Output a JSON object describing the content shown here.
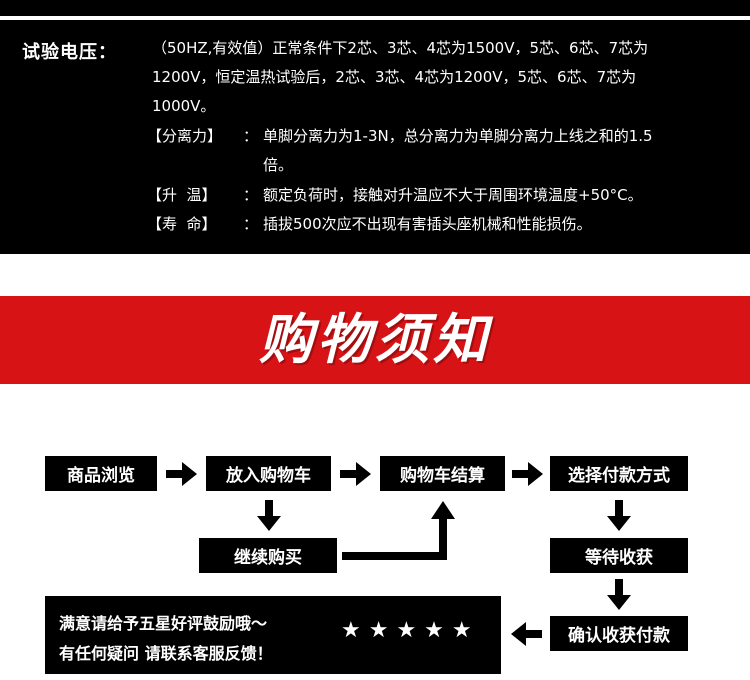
{
  "spec": {
    "title": "试验电压：",
    "voltage_line1": "（50HZ,有效值）正常条件下2芯、3芯、4芯为1500V，5芯、6芯、7芯为",
    "voltage_line2": "1200V，恒定温热试验后，2芯、3芯、4芯为1200V，5芯、6芯、7芯为",
    "voltage_line3": "1000V。",
    "items": [
      {
        "label": "【分离力】",
        "colon": "：",
        "text_line1": "单脚分离力为1-3N，总分离力为单脚分离力上线之和的1.5",
        "text_line2": "倍。"
      },
      {
        "label": "【升  温】",
        "colon": "：",
        "text_line1": "额定负荷时，接触对升温应不大于周围环境温度+50°C。"
      },
      {
        "label": "【寿  命】",
        "colon": "：",
        "text_line1": "插拔500次应不出现有害插头座机械和性能损伤。"
      }
    ]
  },
  "banner": {
    "title": "购物须知",
    "color": "#d71316"
  },
  "flow": {
    "browse": "商品浏览",
    "add_to_cart": "放入购物车",
    "checkout": "购物车结算",
    "choose_payment": "选择付款方式",
    "continue_shopping": "继续购买",
    "wait_delivery": "等待收获",
    "confirm_receipt": "确认收获付款"
  },
  "review": {
    "line1": "满意请给予五星好评鼓励哦～",
    "line2": "有任何疑问 请联系客服反馈！",
    "stars": "★★★★★"
  },
  "icons": {
    "arrow_right": "arrow-right-icon",
    "arrow_down": "arrow-down-icon",
    "arrow_up": "arrow-up-icon",
    "arrow_left": "arrow-left-icon",
    "star": "star-icon"
  }
}
